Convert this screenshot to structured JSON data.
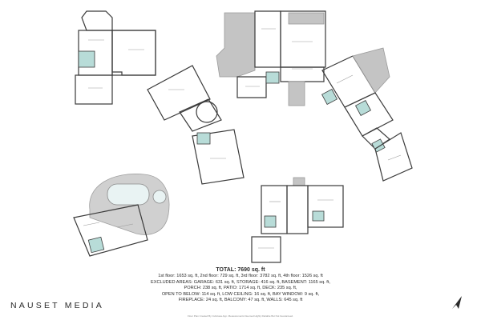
{
  "total": "TOTAL: 7690 sq. ft",
  "breakdown": [
    "1st floor: 1653 sq. ft, 2nd floor: 729 sq. ft, 3rd floor: 3782 sq. ft, 4th floor: 1526 sq. ft",
    "EXCLUDED AREAS: GARAGE: 631 sq. ft, STORAGE: 416 sq. ft, BASEMENT: 1165 sq. ft,",
    "PORCH: 238 sq. ft, PATIO: 1714 sq. ft, DECK: 235 sq. ft,",
    "OPEN TO BELOW: 114 sq. ft, LOW CEILING: 16 sq. ft, BAY WINDOW: 9 sq. ft,",
    "FIREPLACE: 24 sq. ft, BALCONY: 47 sq. ft, WALLS: 645 sq. ft"
  ],
  "brand": "NAUSET MEDIA",
  "credit": "Floor Plan Created By Cubicasa App. Measurements Deemed Highly Reliable But Not Guaranteed.",
  "colors": {
    "wall": "#3a3a3a",
    "excluded": "#c4c4c4",
    "bath": "#b8dcd8",
    "pool": "#e9f3f3"
  }
}
